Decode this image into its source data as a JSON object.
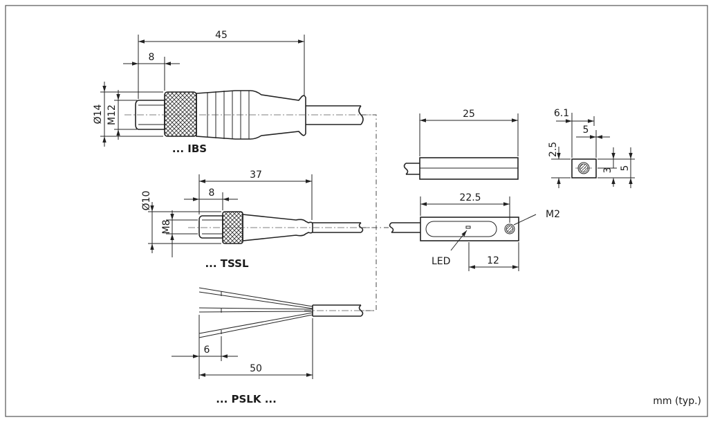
{
  "connector_ibs": {
    "caption": "... IBS",
    "dim_length": "45",
    "dim_thread_length": "8",
    "dim_outer_diameter": "Ø14",
    "dim_thread": "M12"
  },
  "connector_tssl": {
    "caption": "... TSSL",
    "dim_length": "37",
    "dim_thread_length": "8",
    "dim_outer_diameter": "Ø10",
    "dim_thread": "M8"
  },
  "cable_pslk": {
    "caption": "... PSLK ...",
    "dim_length": "50",
    "dim_strip_length": "6"
  },
  "sensor_top": {
    "dim_length": "25"
  },
  "sensor_side": {
    "dim_length": "22.5",
    "dim_led_offset": "12",
    "led_label": "LED",
    "screw_label": "M2"
  },
  "sensor_end": {
    "dim_width": "6.1",
    "dim_inner_width": "5",
    "dim_height_left": "2.5",
    "dim_height_mid": "3",
    "dim_height_right": "5"
  },
  "units_note": "mm (typ.)"
}
